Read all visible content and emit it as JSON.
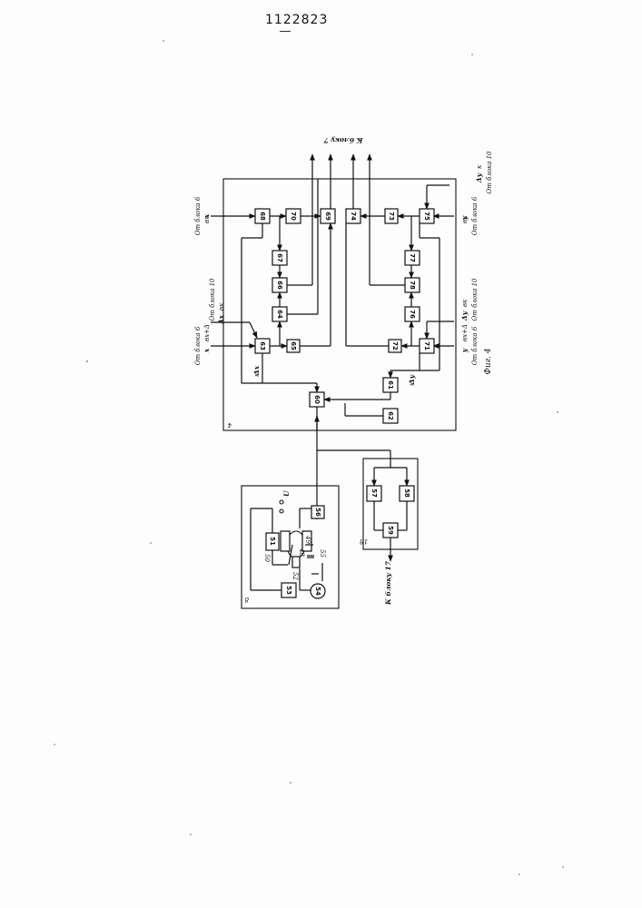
{
  "header": {
    "patent_number": "1122823"
  },
  "blocks": {
    "b48": "48",
    "b49": "49",
    "b50": "50",
    "b51": "51",
    "b52": "52",
    "b53": "53",
    "b54": "54",
    "b55": "55",
    "b56": "56",
    "b57": "57",
    "b58": "58",
    "b59": "59",
    "b60": "60",
    "b61": "61",
    "b62": "62",
    "b63": "63",
    "b64": "64",
    "b65": "65",
    "b66": "66",
    "b67": "67",
    "b68": "68",
    "b69": "69",
    "b70": "70",
    "b71": "71",
    "b72": "72",
    "b73": "73",
    "b74": "74",
    "b75": "75",
    "b76": "76",
    "b77": "77",
    "b78": "78"
  },
  "frames": {
    "main": "4",
    "left": "8",
    "right": "18"
  },
  "labels": {
    "to_block7": "К блоку 7",
    "to_block17": "К блоку 17",
    "x_from6": "От блока 6",
    "x_var": "x",
    "x_sub": "вх",
    "xdx_from6": "От блока 6",
    "xdx_var": "x",
    "xdx_sub": "вх+Δ",
    "dx_from10": "От блока 10",
    "dx_var": "Δx",
    "dx_sub": "вк",
    "y_from6": "От блока 6",
    "y_var": "y",
    "y_sub": "вх",
    "ydy_from6": "От блока 6",
    "ydy_var": "y",
    "ydy_sub": "вх+Δ",
    "dy_from10": "От блока 10",
    "dy_var": "Δy",
    "dy_sub": "вк",
    "dxk": "Δx",
    "dxk_sub": "к",
    "dyk": "Δy",
    "dyk_sub": "к",
    "u_label": "U",
    "figure_caption": "Фиг. 4"
  }
}
